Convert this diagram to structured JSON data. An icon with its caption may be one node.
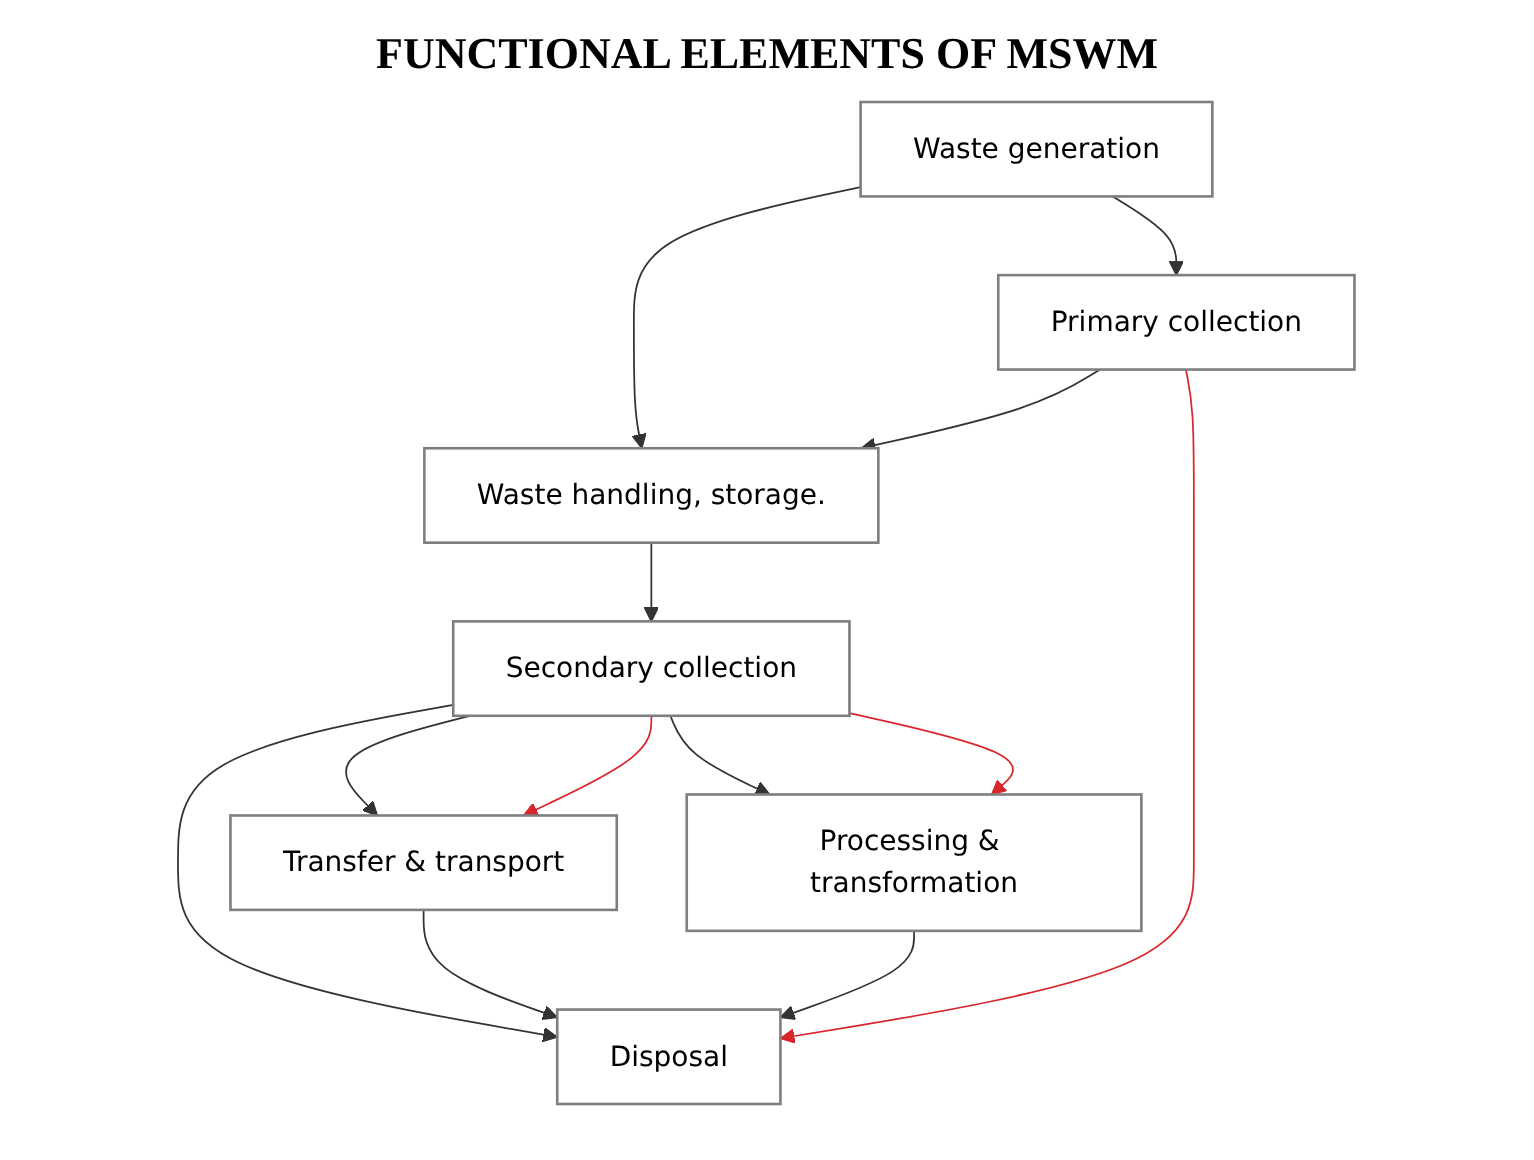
{
  "diagram": {
    "title": "FUNCTIONAL ELEMENTS OF MSWM",
    "nodes": [
      {
        "text": [
          "Waste generation"
        ]
      },
      {
        "text": [
          "Primary collection"
        ]
      },
      {
        "text": [
          "Waste handling, storage."
        ]
      },
      {
        "text": [
          "Secondary collection"
        ]
      },
      {
        "text": [
          "Transfer & transport"
        ]
      },
      {
        "text": [
          "Processing & transformation"
        ]
      },
      {
        "text": [
          "Disposal"
        ]
      }
    ],
    "edges": [
      {
        "from": 0,
        "to": 2,
        "arrow": "to"
      },
      {
        "from": 0,
        "to": 1,
        "arrow": "to"
      },
      {
        "from": 1,
        "to": 2,
        "arrow": "to"
      },
      {
        "from": 2,
        "to": 3,
        "arrow": "to"
      },
      {
        "from": 3,
        "to": 4,
        "arrow": "to"
      },
      {
        "from": 3,
        "to": 6,
        "arrow": "to"
      },
      {
        "from": 3,
        "to": 5,
        "arrow": "to"
      },
      {
        "from": 4,
        "to": 6,
        "arrow": "to"
      },
      {
        "from": 5,
        "to": 6,
        "arrow": "to"
      },
      {
        "from": 1,
        "to": 6,
        "arrow": "to",
        "color": "#d9262c"
      },
      {
        "from": 3,
        "to": 4,
        "arrow": "to",
        "color": "#d9262c"
      },
      {
        "from": 3,
        "to": 5,
        "arrow": "to",
        "color": "#d9262c"
      }
    ]
  }
}
